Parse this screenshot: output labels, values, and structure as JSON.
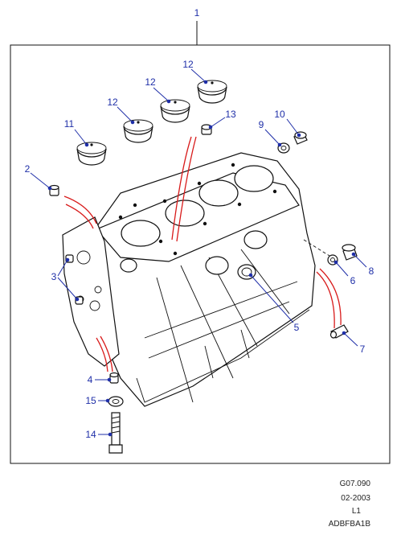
{
  "diagram_title_number": "1",
  "callouts": {
    "c1": "1",
    "c2": "2",
    "c3": "3",
    "c4": "4",
    "c5": "5",
    "c6": "6",
    "c7": "7",
    "c8": "8",
    "c9": "9",
    "c10": "10",
    "c11": "11",
    "c12a": "12",
    "c12b": "12",
    "c12c": "12",
    "c13": "13",
    "c14": "14",
    "c15": "15"
  },
  "meta": {
    "ref": "G07.090",
    "date": "02-2003",
    "level": "L1",
    "code": "ADBFBA1B"
  },
  "colors": {
    "callout": "#1f2fa8",
    "highlight": "#d81a1a",
    "line": "#111111"
  }
}
